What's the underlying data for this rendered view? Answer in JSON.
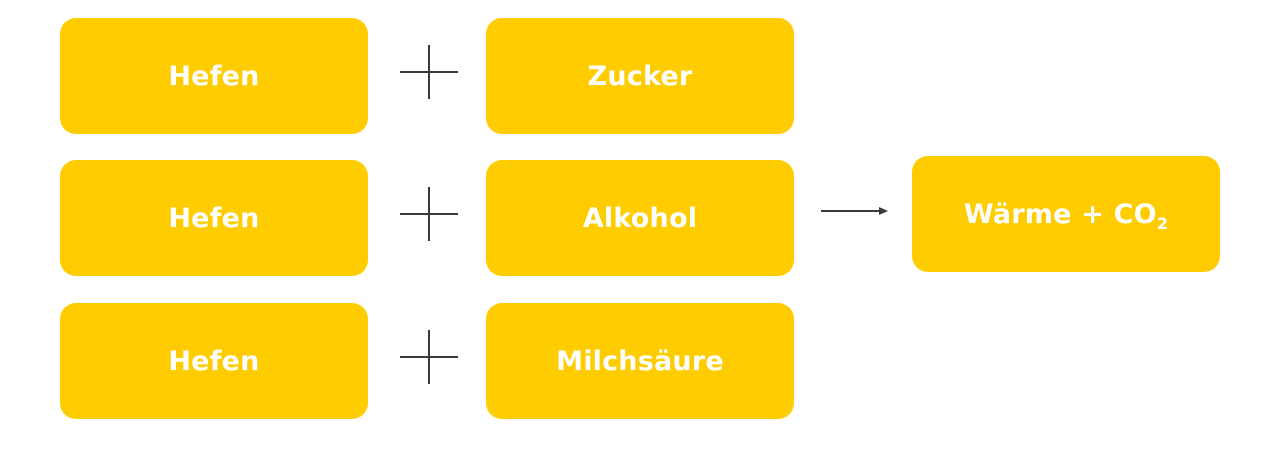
{
  "colors": {
    "box_fill": "#FFCC00",
    "box_text": "#FFFFFF",
    "connector": "#3A3A3A"
  },
  "rows": [
    {
      "left": "Hefen",
      "right": "Zucker"
    },
    {
      "left": "Hefen",
      "right": "Alkohol"
    },
    {
      "left": "Hefen",
      "right": "Milchsäure"
    }
  ],
  "result": {
    "text": "Wärme + CO",
    "subscript": "2"
  },
  "connectors": {
    "plus_icon": "plus-icon",
    "arrow_icon": "arrow-right-icon"
  }
}
